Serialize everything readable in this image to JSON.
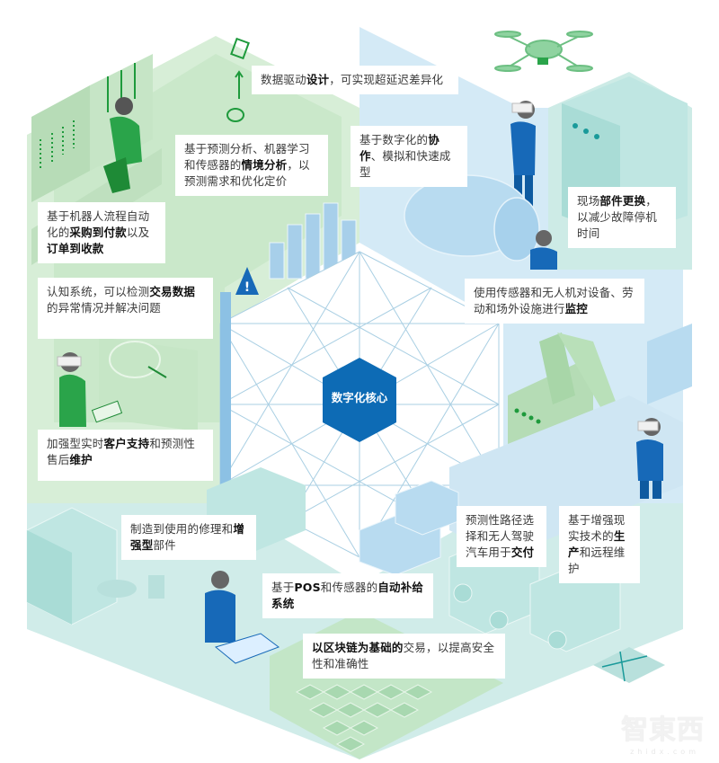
{
  "diagram": {
    "core": {
      "label": "数字化核心",
      "color": "#0d6bb5"
    },
    "colors": {
      "green_zone": "#cfe9cf",
      "green_dark": "#1e9a3c",
      "blue_zone": "#cfe6f3",
      "blue_dark": "#1769b8",
      "teal_zone": "#c7ebe8",
      "grid_lines": "#a9cfe3"
    },
    "callouts": [
      {
        "id": "design",
        "parts": [
          {
            "t": "数据驱动"
          },
          {
            "t": "设计",
            "b": true
          },
          {
            "t": "，可实现超延迟差异化"
          }
        ]
      },
      {
        "id": "context-analysis",
        "parts": [
          {
            "t": "基于预测分析、机器学习和传感器的"
          },
          {
            "t": "情境分析",
            "b": true
          },
          {
            "t": "，以预测需求和优化定价"
          }
        ]
      },
      {
        "id": "collaboration",
        "parts": [
          {
            "t": "基于数字化的"
          },
          {
            "t": "协作",
            "b": true
          },
          {
            "t": "、模拟和快速成型"
          }
        ]
      },
      {
        "id": "procure-to-pay",
        "parts": [
          {
            "t": "基于机器人流程自动化的"
          },
          {
            "t": "采购到付款",
            "b": true
          },
          {
            "t": "以及"
          },
          {
            "t": "订单到收款",
            "b": true
          }
        ]
      },
      {
        "id": "parts-replacement",
        "parts": [
          {
            "t": "现场"
          },
          {
            "t": "部件更换",
            "b": true
          },
          {
            "t": "，以减少故障停机时间"
          }
        ]
      },
      {
        "id": "cognitive",
        "parts": [
          {
            "t": "认知系统，可以检测"
          },
          {
            "t": "交易数据",
            "b": true
          },
          {
            "t": "的异常情况并解决问题"
          }
        ]
      },
      {
        "id": "monitoring",
        "parts": [
          {
            "t": "使用传感器和无人机对设备、劳动和场外设施进行"
          },
          {
            "t": "监控",
            "b": true
          }
        ]
      },
      {
        "id": "customer-support",
        "parts": [
          {
            "t": "加强型实时"
          },
          {
            "t": "客户支持",
            "b": true
          },
          {
            "t": "和预测性售后"
          },
          {
            "t": "维护",
            "b": true
          }
        ]
      },
      {
        "id": "enhanced-parts",
        "parts": [
          {
            "t": "制造到使用的修理和"
          },
          {
            "t": "增强型",
            "b": true
          },
          {
            "t": "部件"
          }
        ]
      },
      {
        "id": "delivery",
        "parts": [
          {
            "t": "预测性路径选择和无人驾驶汽车用于"
          },
          {
            "t": "交付",
            "b": true
          }
        ]
      },
      {
        "id": "ar-production",
        "parts": [
          {
            "t": "基于增强现实技术的"
          },
          {
            "t": "生产",
            "b": true
          },
          {
            "t": "和远程维护"
          }
        ]
      },
      {
        "id": "replenishment",
        "parts": [
          {
            "t": "基于"
          },
          {
            "t": "POS",
            "b": true
          },
          {
            "t": "和传感器的"
          },
          {
            "t": "自动补给系统",
            "b": true
          }
        ]
      },
      {
        "id": "blockchain",
        "parts": [
          {
            "t": "以区块链为基础的",
            "b": true
          },
          {
            "t": "交易，以提高安全性和准确性"
          }
        ]
      }
    ],
    "watermark": {
      "text": "智東西",
      "sub": "zhidx.com"
    }
  }
}
